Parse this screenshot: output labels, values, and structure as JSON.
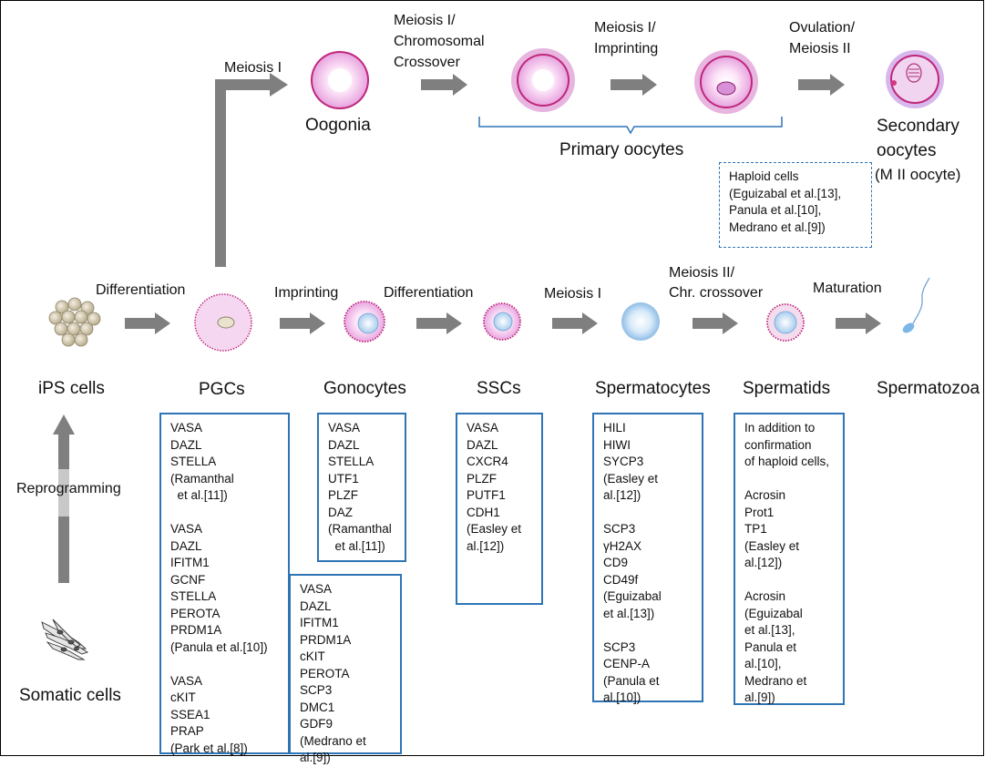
{
  "process_labels": {
    "meiosis_i_left": "Meiosis I",
    "meiosis_i_crossover": [
      "Meiosis I/",
      "Chromosomal",
      "Crossover"
    ],
    "meiosis_i_imprinting": [
      "Meiosis I/",
      "Imprinting"
    ],
    "ovulation": [
      "Ovulation/",
      "Meiosis II"
    ],
    "differentiation_1": "Differentiation",
    "imprinting": "Imprinting",
    "differentiation_2": "Differentiation",
    "meiosis_i_bottom": "Meiosis I",
    "meiosis_ii": [
      "Meiosis II/",
      "Chr. crossover"
    ],
    "maturation": "Maturation",
    "reprogramming": "Reprogramming"
  },
  "stage_labels": {
    "oogonia": "Oogonia",
    "primary_oocytes": "Primary oocytes",
    "secondary_oocytes": [
      "Secondary",
      "oocytes",
      "(M II oocyte)"
    ],
    "ips_cells": "iPS cells",
    "pgcs": "PGCs",
    "gonocytes": "Gonocytes",
    "sscs": "SSCs",
    "spermatocytes": "Spermatocytes",
    "spermatids": "Spermatids",
    "spermatozoa": "Spermatozoa",
    "somatic_cells": "Somatic cells"
  },
  "haploid_box": [
    "Haploid cells",
    "(Eguizabal et al.[13],",
    "Panula et al.[10],",
    "Medrano et al.[9])"
  ],
  "marker_boxes": {
    "pgcs": [
      "VASA",
      "DAZL",
      "STELLA",
      "(Ramanthal",
      "  et al.[11])",
      "",
      "VASA",
      "DAZL",
      "IFITM1",
      "GCNF",
      "STELLA",
      "PEROTA",
      "PRDM1A",
      "(Panula et al.[10])",
      "",
      "VASA",
      "cKIT",
      "SSEA1",
      "PRAP",
      "(Park et al.[8])"
    ],
    "gonocytes_a": [
      "VASA",
      "DAZL",
      "STELLA",
      "UTF1",
      "PLZF",
      "DAZ",
      "(Ramanthal",
      "  et al.[11])"
    ],
    "gonocytes_b": [
      "VASA",
      "DAZL",
      "IFITM1",
      "PRDM1A",
      "cKIT",
      "PEROTA",
      "SCP3",
      "DMC1",
      "GDF9",
      "(Medrano et",
      "al.[9])"
    ],
    "sscs": [
      "VASA",
      "DAZL",
      "CXCR4",
      "PLZF",
      "PUTF1",
      "CDH1",
      "(Easley et",
      "al.[12])"
    ],
    "spermatocytes": [
      "HILI",
      "HIWI",
      "SYCP3",
      "(Easley et",
      "al.[12])",
      "",
      "SCP3",
      "γH2AX",
      "CD9",
      "CD49f",
      "(Eguizabal",
      "et al.[13])",
      "",
      "SCP3",
      "CENP-A",
      "(Panula et",
      "al.[10])"
    ],
    "spermatids": [
      "In addition to",
      "confirmation",
      "of haploid cells,",
      "",
      "Acrosin",
      "Prot1",
      "TP1",
      "(Easley et",
      "al.[12])",
      "",
      "Acrosin",
      "(Eguizabal",
      "et al.[13],",
      "Panula et",
      "al.[10],",
      "Medrano et",
      "al.[9])"
    ]
  },
  "colors": {
    "box_border": "#2e75b6",
    "arrow": "#7f7f7f",
    "cell_membrane": "#c0267a",
    "cell_fill": "#f3c6ee",
    "sperm_cell_fill": "#bcd8f0"
  }
}
